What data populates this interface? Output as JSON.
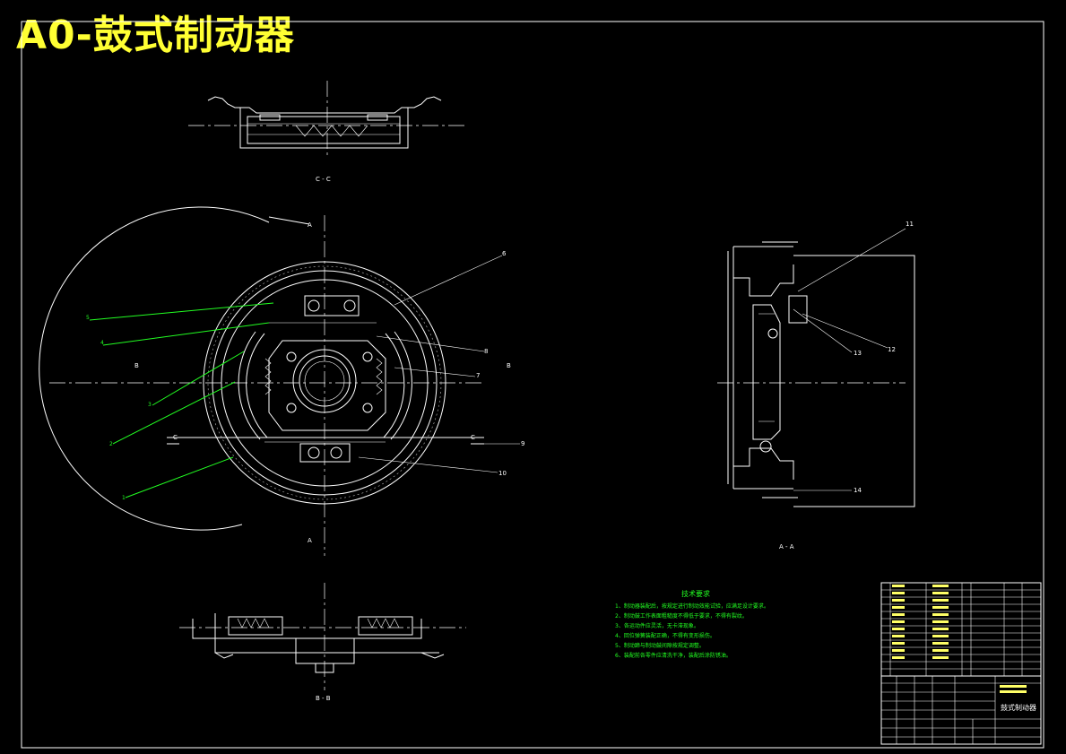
{
  "drawing_title": "A0-鼓式制动器",
  "section_labels": {
    "cc": "C - C",
    "bb": "B - B",
    "aa": "A - A",
    "a_top": "A",
    "a_bottom": "A",
    "b_left": "B",
    "b_right": "B",
    "c_left": "C",
    "c_right": "C"
  },
  "part_callouts": {
    "p1": "1",
    "p2": "2",
    "p3": "3",
    "p4": "4",
    "p5": "5",
    "p6": "6",
    "p7": "7",
    "p8": "8",
    "p9": "9",
    "p10": "10",
    "p11": "11",
    "p12": "12",
    "p13": "13",
    "p14": "14"
  },
  "technical_requirements": {
    "heading": "技术要求",
    "items": [
      "1、制动器装配后，按规定进行制动效能试验，应满足设计要求。",
      "2、制动鼓工作表面粗糙度不得低于要求，不得有裂纹。",
      "3、各运动件应灵活，无卡滞现象。",
      "4、回位弹簧装配正确，不得有变形损伤。",
      "5、制动蹄与制动鼓间隙按规定调整。",
      "6、装配前各零件应清洗干净，装配后涂防锈油。"
    ]
  },
  "title_block": {
    "drawing_name": "鼓式制动器"
  },
  "colors": {
    "background": "#000000",
    "linework": "#ffffff",
    "leaders": "#22ff22",
    "title": "#ffff33"
  }
}
